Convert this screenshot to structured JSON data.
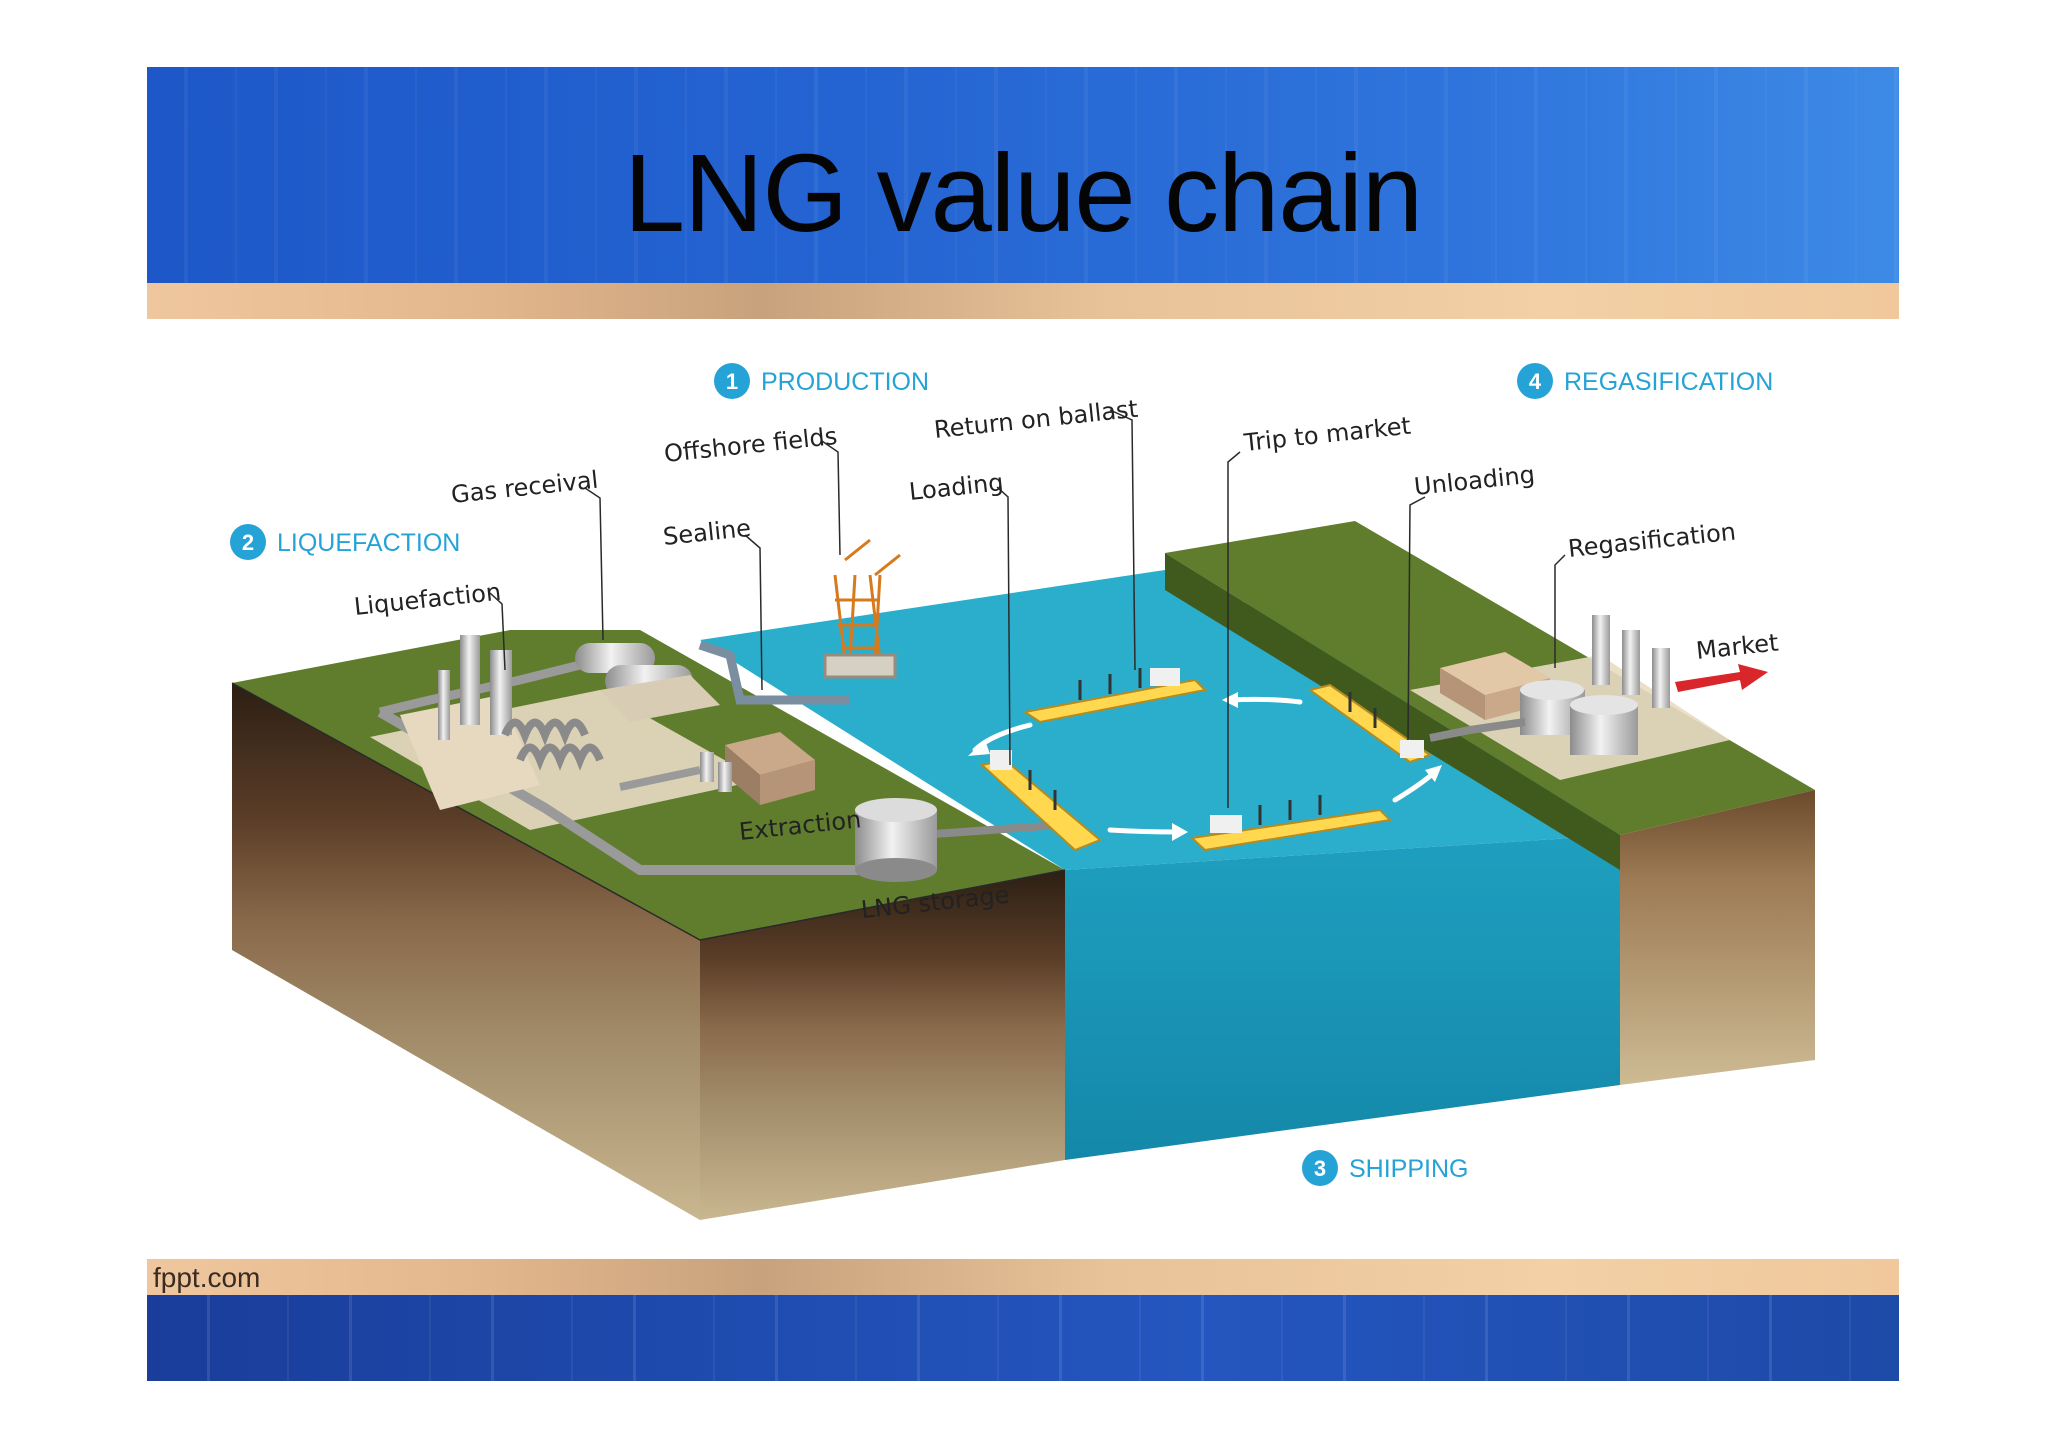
{
  "slide": {
    "title": "LNG value chain",
    "footer": "fppt.com"
  },
  "stages": [
    {
      "number": "1",
      "label": "PRODUCTION"
    },
    {
      "number": "2",
      "label": "LIQUEFACTION"
    },
    {
      "number": "3",
      "label": "SHIPPING"
    },
    {
      "number": "4",
      "label": "REGASIFICATION"
    }
  ],
  "labels": {
    "offshore_fields": "Offshore fields",
    "gas_receival": "Gas receival",
    "liquefaction": "Liquefaction",
    "sealine": "Sealine",
    "extraction": "Extraction",
    "lng_storage": "LNG storage",
    "return_on_ballast": "Return on ballast",
    "loading": "Loading",
    "trip_to_market": "Trip to market",
    "unloading": "Unloading",
    "regasification": "Regasification",
    "market": "Market"
  },
  "colors": {
    "stage_accent": "#25a3d6",
    "sea": "#2aaecb",
    "grass": "#5f7d2c",
    "market_arrow": "#d8262a"
  }
}
